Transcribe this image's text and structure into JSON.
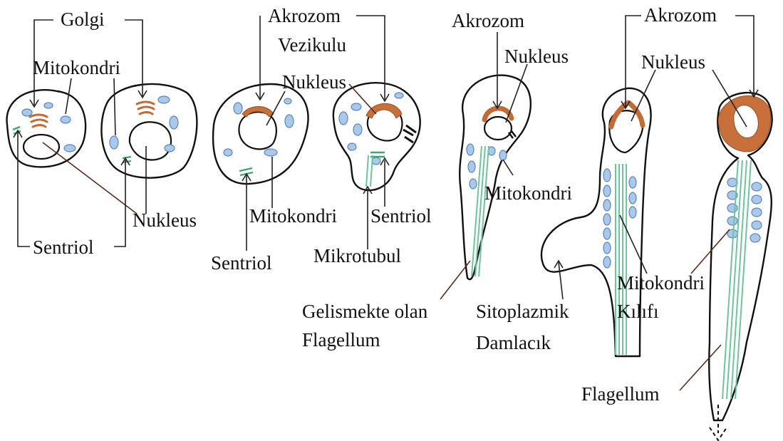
{
  "labels": {
    "golgi": "Golgi",
    "mitokondri_1": "Mitokondri",
    "nukleus_1": "Nukleus",
    "sentriol_1": "Sentriol",
    "akrozom_vezikulu_1": "Akrozom",
    "akrozom_vezikulu_2": "Vezikulu",
    "nukleus_2": "Nukleus",
    "mitokondri_2": "Mitokondri",
    "sentriol_2": "Sentriol",
    "sentriol_3": "Sentriol",
    "mikrotubul": "Mikrotubul",
    "akrozom_1": "Akrozom",
    "nukleus_3": "Nukleus",
    "mitokondri_3": "Mitokondri",
    "gelismekte_1": "Gelismekte olan",
    "gelismekte_2": "Flagellum",
    "akrozom_2": "Akrozom",
    "nukleus_4": "Nukleus",
    "sitoplazmik_1": "Sitoplazmik",
    "sitoplazmik_2": "Damlacık",
    "mito_kilifi_1": "Mitokondri",
    "mito_kilifi_2": "Kılıfı",
    "flagellum": "Flagellum"
  },
  "colors": {
    "acrosome": "#c46a34",
    "mitochondria": "#a9c8ea",
    "microtubule": "#6cc69a",
    "outline": "#111111"
  }
}
